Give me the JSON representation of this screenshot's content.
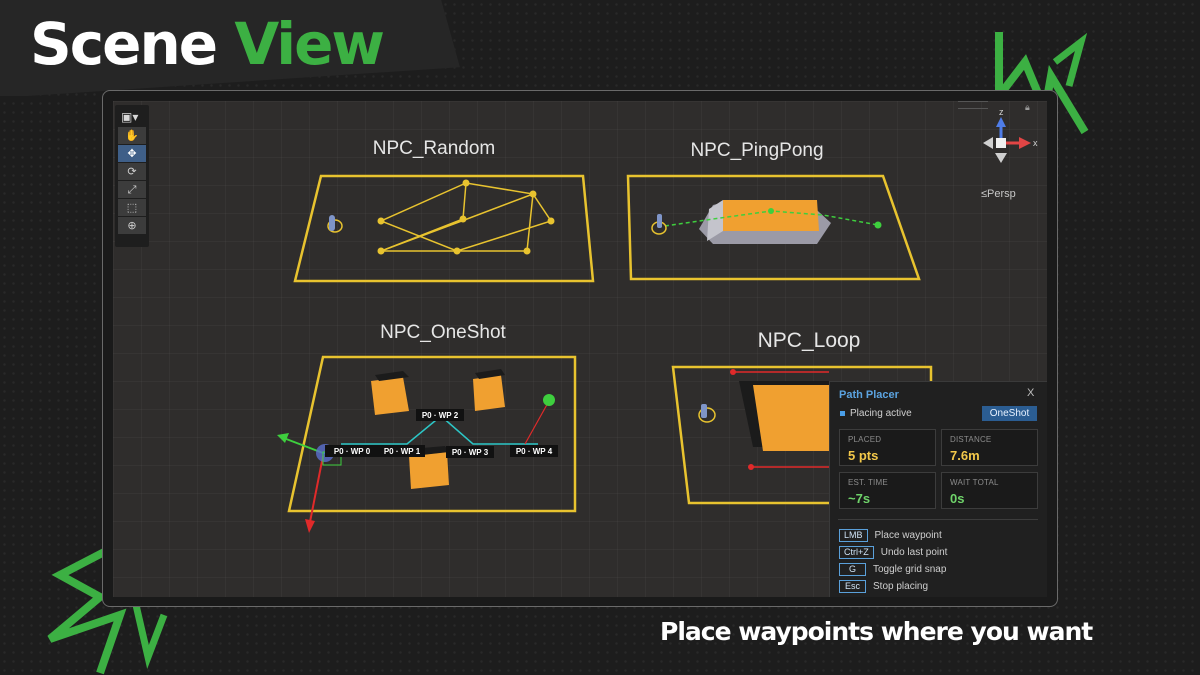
{
  "banner": {
    "title_prefix": "Scene",
    "title_accent": "View"
  },
  "tagline": "Place waypoints where you want",
  "colors": {
    "accent_green": "#3cb043",
    "zone_yellow": "#e8c32f",
    "box_orange": "#f0a030",
    "panel_blue": "#5ba3e0",
    "value_yellow": "#f3c84a",
    "value_green": "#6fd36a",
    "axis_red": "#e02a2a",
    "axis_green": "#3ecf3e",
    "axis_blue": "#3a6cf0"
  },
  "scene": {
    "labels": {
      "random": "NPC_Random",
      "pingpong": "NPC_PingPong",
      "oneshot": "NPC_OneShot",
      "loop": "NPC_Loop"
    },
    "waypoints": {
      "wp0": "P0 · WP 0",
      "wp1": "P0 · WP 1",
      "wp2": "P0 · WP 2",
      "wp3": "P0 · WP 3",
      "wp4": "P0 · WP 4"
    },
    "gizmo": {
      "label": "Persp",
      "z_axis": "z",
      "x_axis": "x"
    }
  },
  "toolbar": {
    "view_icon": "cube-icon",
    "tools": [
      "hand-icon",
      "move-icon",
      "rotate-icon",
      "scale-icon",
      "rect-icon",
      "transform-icon"
    ]
  },
  "panel": {
    "title": "Path Placer",
    "close": "X",
    "status": "Placing active",
    "mode": "OneShot",
    "stats": {
      "placed": {
        "label": "PLACED",
        "value": "5 pts"
      },
      "distance": {
        "label": "DISTANCE",
        "value": "7.6m"
      },
      "est_time": {
        "label": "EST. TIME",
        "value": "~7s"
      },
      "wait_total": {
        "label": "WAIT TOTAL",
        "value": "0s"
      }
    },
    "shortcuts": [
      {
        "key": "LMB",
        "desc": "Place waypoint"
      },
      {
        "key": "Ctrl+Z",
        "desc": "Undo last point"
      },
      {
        "key": "G",
        "desc": "Toggle grid snap"
      },
      {
        "key": "Esc",
        "desc": "Stop placing"
      }
    ]
  }
}
